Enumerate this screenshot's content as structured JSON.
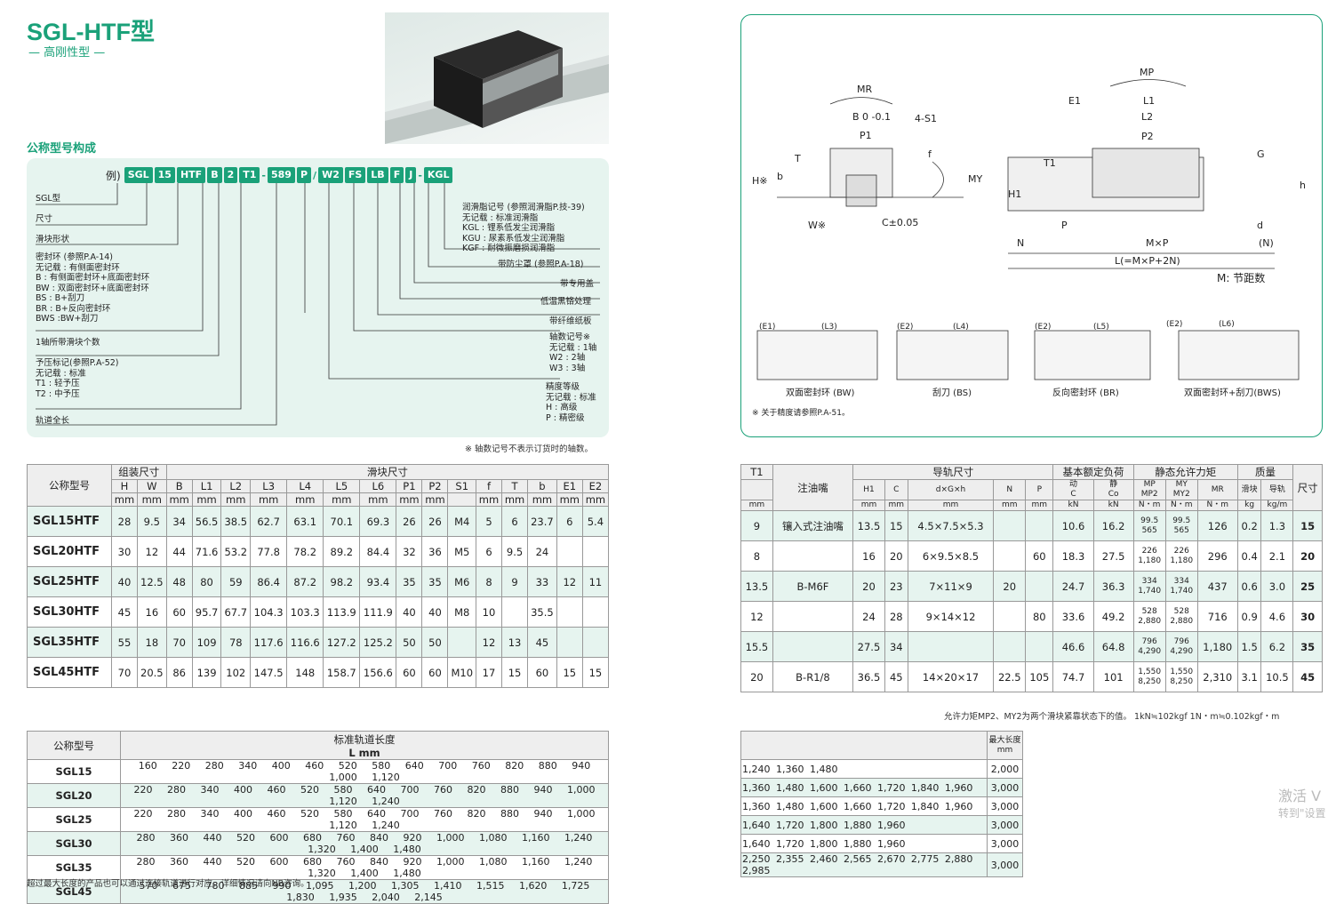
{
  "header": {
    "title": "SGL-HTF型",
    "subtitle": "— 高刚性型 —",
    "section": "公称型号构成"
  },
  "code": {
    "prefix": "例)",
    "segments": [
      "SGL",
      "15",
      "HTF",
      "B",
      "2",
      "T1",
      "589",
      "P",
      "W2",
      "FS",
      "LB",
      "F",
      "J",
      "KGL"
    ],
    "dash": "-",
    "slash": "/"
  },
  "left_labels": [
    {
      "t": "SGL型"
    },
    {
      "t": "尺寸"
    },
    {
      "t": "滑块形状"
    },
    {
      "t": "密封环 (参照P.A-14)\n无记载 : 有侧面密封环\nB : 有侧面密封环+底面密封环\nBW : 双面密封环+底面密封环\nBS : B+刮刀\nBR : B+反向密封环\nBWS :BW+刮刀"
    },
    {
      "t": "1轴所带滑块个数"
    },
    {
      "t": "予压标记(参照P.A-52)\n无记载 : 标准\nT1 : 轻予压\nT2 : 中予压"
    },
    {
      "t": "轨道全长"
    }
  ],
  "right_labels": [
    {
      "t": "润滑脂记号 (参照润滑脂P.技-39)\n无记载 : 标准润滑脂\nKGL : 锂系低发尘润滑脂\nKGU : 尿素系低发尘润滑脂\nKGF : 耐微振磨损润滑脂"
    },
    {
      "t": "带防尘罩 (参照P.A-18)"
    },
    {
      "t": "带专用盖"
    },
    {
      "t": "低温黑铬处理"
    },
    {
      "t": "带纤维纸板"
    },
    {
      "t": "轴数记号※\n无记载 : 1轴\nW2 : 2轴\nW3 : 3轴"
    },
    {
      "t": "精度等级\n无记载 : 标准\nH : 高级\nP : 精密级"
    }
  ],
  "code_note": "※ 轴数记号不表示订货时的轴数。",
  "diagram": {
    "labels": [
      "MR",
      "B 0 -0.1",
      "P1",
      "4-S1",
      "H※",
      "b",
      "T",
      "f",
      "MY",
      "W※",
      "C±0.05",
      "MP",
      "E1",
      "L1",
      "L2",
      "P2",
      "T1",
      "H1",
      "G",
      "h",
      "P",
      "N",
      "M×P",
      "(N)",
      "d",
      "L(=M×P+2N)",
      "M: 节距数"
    ],
    "variants": [
      {
        "dims": [
          "(E1)",
          "(L3)"
        ],
        "name": "双面密封环 (BW)"
      },
      {
        "dims": [
          "(E2)",
          "(L4)"
        ],
        "name": "刮刀 (BS)"
      },
      {
        "dims": [
          "(E2)",
          "(L5)"
        ],
        "name": "反向密封环 (BR)"
      },
      {
        "dims": [
          "(E2)",
          "(L6)"
        ],
        "name": "双面密封环+刮刀(BWS)"
      }
    ],
    "note": "※ 关于精度请参照P.A-51。"
  },
  "table1": {
    "h_model": "公称型号",
    "h_assy": "组装尺寸",
    "h_block": "滑块尺寸",
    "cols": [
      "H",
      "W",
      "B",
      "L1",
      "L2",
      "L3",
      "L4",
      "L5",
      "L6",
      "P1",
      "P2",
      "S1",
      "f",
      "T",
      "b",
      "E1",
      "E2"
    ],
    "unit": "mm",
    "rows": [
      [
        "SGL15HTF",
        "28",
        "9.5",
        "34",
        "56.5",
        "38.5",
        "62.7",
        "63.1",
        "70.1",
        "69.3",
        "26",
        "26",
        "M4",
        "5",
        "6",
        "23.7",
        "6",
        "5.4"
      ],
      [
        "SGL20HTF",
        "30",
        "12",
        "44",
        "71.6",
        "53.2",
        "77.8",
        "78.2",
        "89.2",
        "84.4",
        "32",
        "36",
        "M5",
        "6",
        "9.5",
        "24",
        "",
        ""
      ],
      [
        "SGL25HTF",
        "40",
        "12.5",
        "48",
        "80",
        "59",
        "86.4",
        "87.2",
        "98.2",
        "93.4",
        "35",
        "35",
        "M6",
        "8",
        "9",
        "33",
        "12",
        "11"
      ],
      [
        "SGL30HTF",
        "45",
        "16",
        "60",
        "95.7",
        "67.7",
        "104.3",
        "103.3",
        "113.9",
        "111.9",
        "40",
        "40",
        "M8",
        "10",
        "",
        "35.5",
        "",
        ""
      ],
      [
        "SGL35HTF",
        "55",
        "18",
        "70",
        "109",
        "78",
        "117.6",
        "116.6",
        "127.2",
        "125.2",
        "50",
        "50",
        "",
        "12",
        "13",
        "45",
        "",
        ""
      ],
      [
        "SGL45HTF",
        "70",
        "20.5",
        "86",
        "139",
        "102",
        "147.5",
        "148",
        "158.7",
        "156.6",
        "60",
        "60",
        "M10",
        "17",
        "15",
        "60",
        "15",
        "15"
      ]
    ]
  },
  "table2": {
    "h_rail": "导轨尺寸",
    "h_load": "基本额定负荷",
    "h_moment": "静态允许力矩",
    "h_mass": "质量",
    "h_T1": "T1",
    "h_grease": "注油嘴",
    "cols": [
      "H1",
      "C",
      "d×G×h",
      "N",
      "P"
    ],
    "h_dyn": "动",
    "h_sta": "静",
    "C": "C",
    "Co": "Co",
    "kN": "kN",
    "MP": "MP",
    "MP2": "MP2",
    "MY": "MY",
    "MY2": "MY2",
    "MR": "MR",
    "Nm": "N・m",
    "block": "滑块",
    "rail": "导轨",
    "kg": "kg",
    "kgm": "kg/m",
    "size": "尺寸",
    "mm": "mm",
    "rows": [
      [
        "9",
        "镶入式注油嘴",
        "13.5",
        "15",
        "4.5×7.5×5.3",
        "",
        "",
        "10.6",
        "16.2",
        "99.5",
        "565",
        "99.5",
        "565",
        "126",
        "0.2",
        "1.3",
        "15"
      ],
      [
        "8",
        "",
        "16",
        "20",
        "6×9.5×8.5",
        "",
        "60",
        "18.3",
        "27.5",
        "226",
        "1,180",
        "226",
        "1,180",
        "296",
        "0.4",
        "2.1",
        "20"
      ],
      [
        "13.5",
        "B-M6F",
        "20",
        "23",
        "7×11×9",
        "20",
        "",
        "24.7",
        "36.3",
        "334",
        "1,740",
        "334",
        "1,740",
        "437",
        "0.6",
        "3.0",
        "25"
      ],
      [
        "12",
        "",
        "24",
        "28",
        "9×14×12",
        "",
        "80",
        "33.6",
        "49.2",
        "528",
        "2,880",
        "528",
        "2,880",
        "716",
        "0.9",
        "4.6",
        "30"
      ],
      [
        "15.5",
        "",
        "27.5",
        "34",
        "",
        "",
        "",
        "46.6",
        "64.8",
        "796",
        "4,290",
        "796",
        "4,290",
        "1,180",
        "1.5",
        "6.2",
        "35"
      ],
      [
        "20",
        "B-R1/8",
        "36.5",
        "45",
        "14×20×17",
        "22.5",
        "105",
        "74.7",
        "101",
        "1,550",
        "8,250",
        "1,550",
        "8,250",
        "2,310",
        "3.1",
        "10.5",
        "45"
      ]
    ],
    "note": "允许力矩MP2、MY2为两个滑块紧靠状态下的值。 1kN≒102kgf 1N・m≒0.102kgf・m"
  },
  "table3": {
    "h_model": "公称型号",
    "h_len": "标准轨道长度",
    "h_L": "L mm",
    "h_max": "最大长度",
    "h_mm": "mm",
    "rows": [
      [
        "SGL15",
        "160 220 280 340 400 460 520 580 640 700 760 820 880 940 1,000 1,120",
        "1,240 1,360 1,480",
        "2,000"
      ],
      [
        "SGL20",
        "220 280 340 400 460 520 580 640 700 760 820 880 940 1,000 1,120 1,240",
        "1,360 1,480 1,600 1,660 1,720 1,840 1,960",
        "3,000"
      ],
      [
        "SGL25",
        "220 280 340 400 460 520 580 640 700 760 820 880 940 1,000 1,120 1,240",
        "1,360 1,480 1,600 1,660 1,720 1,840 1,960",
        "3,000"
      ],
      [
        "SGL30",
        "280 360 440 520 600 680 760 840 920 1,000 1,080 1,160 1,240 1,320 1,400 1,480",
        "1,640 1,720 1,800 1,880 1,960",
        "3,000"
      ],
      [
        "SGL35",
        "280 360 440 520 600 680 760 840 920 1,000 1,080 1,160 1,240 1,320 1,400 1,480",
        "1,640 1,720 1,800 1,880 1,960",
        "3,000"
      ],
      [
        "SGL45",
        "570 675 780 885 990 1,095 1,200 1,305 1,410 1,515 1,620 1,725 1,830 1,935 2,040 2,145",
        "2,250 2,355 2,460 2,565 2,670 2,775 2,880 2,985",
        "3,000"
      ]
    ],
    "note": "超过最大长度的产品也可以通过连接轨道进行对应。详细情况请向NB咨询。"
  },
  "watermark": {
    "line1": "激活 V",
    "line2": "转到\"设置"
  }
}
